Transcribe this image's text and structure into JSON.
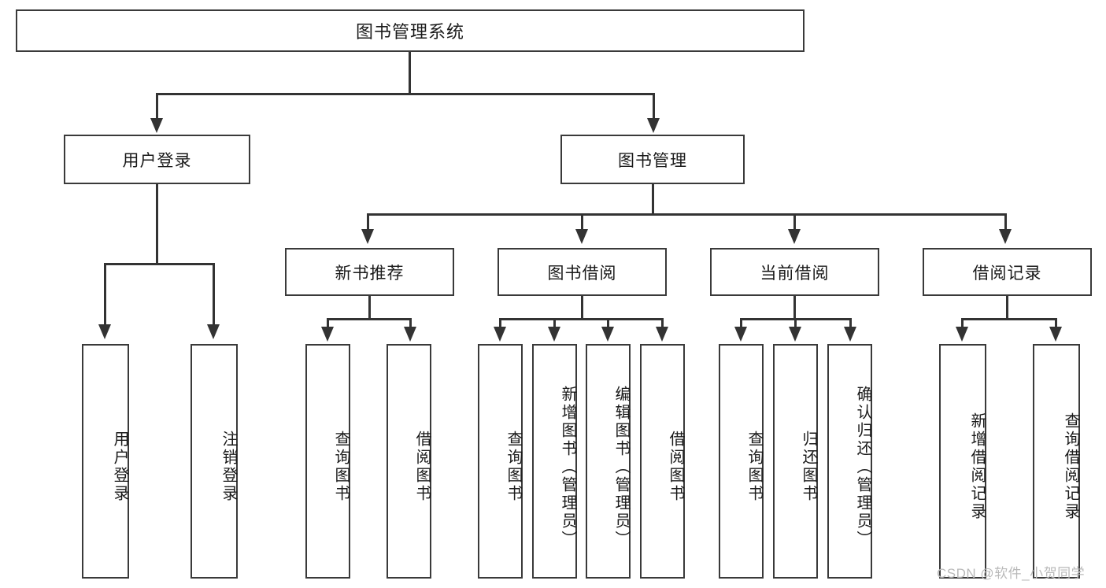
{
  "diagram": {
    "title_node": {
      "label": "图书管理系统"
    },
    "level1": [
      {
        "id": "user-login",
        "label": "用户登录"
      },
      {
        "id": "book-manage",
        "label": "图书管理"
      }
    ],
    "level2": [
      {
        "id": "new-book-recommend",
        "label": "新书推荐"
      },
      {
        "id": "book-borrow",
        "label": "图书借阅"
      },
      {
        "id": "current-borrow",
        "label": "当前借阅"
      },
      {
        "id": "borrow-record",
        "label": "借阅记录"
      }
    ],
    "leaves": {
      "user_login": [
        {
          "id": "leaf-user-login",
          "label": "用户登录"
        },
        {
          "id": "leaf-logout-login",
          "label": "注销登录"
        }
      ],
      "new_book_recommend": [
        {
          "id": "leaf-query-book-1",
          "label": "查询图书"
        },
        {
          "id": "leaf-borrow-book-1",
          "label": "借阅图书"
        }
      ],
      "book_borrow": [
        {
          "id": "leaf-query-book-2",
          "label": "查询图书"
        },
        {
          "id": "leaf-add-book",
          "label": "新增图书（管理员）"
        },
        {
          "id": "leaf-edit-book",
          "label": "编辑图书（管理员）"
        },
        {
          "id": "leaf-borrow-book-2",
          "label": "借阅图书"
        }
      ],
      "current_borrow": [
        {
          "id": "leaf-query-book-3",
          "label": "查询图书"
        },
        {
          "id": "leaf-return-book",
          "label": "归还图书"
        },
        {
          "id": "leaf-confirm-return",
          "label": "确认归还（管理员）"
        }
      ],
      "borrow_record": [
        {
          "id": "leaf-add-record",
          "label": "新增借阅记录"
        },
        {
          "id": "leaf-query-record",
          "label": "查询借阅记录"
        }
      ]
    }
  },
  "watermark": {
    "text": "CSDN @软件_小贺同学"
  },
  "colors": {
    "box_border": "#3a3a3a",
    "edge": "#333333",
    "text": "#1a1a1a",
    "watermark": "#b9b9b9",
    "background": "#ffffff"
  }
}
